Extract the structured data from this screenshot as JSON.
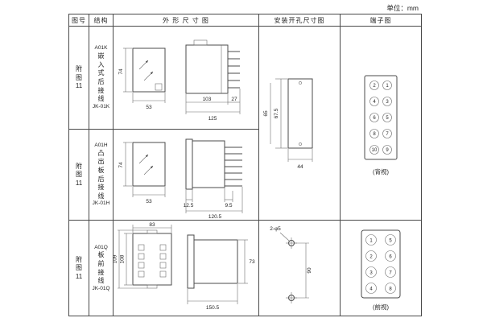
{
  "page": {
    "unit": "单位：mm"
  },
  "headers": {
    "fig": "图号",
    "structure": "结构",
    "outline": "外 形 尺 寸 图",
    "mounting": "安装开孔尺寸图",
    "terminal": "端子图"
  },
  "rows": [
    {
      "fig": [
        "附",
        "图",
        "11"
      ],
      "structure": [
        "A01K",
        "嵌",
        "入",
        "式",
        "后",
        "接",
        "线",
        "JK-01K"
      ],
      "dims": {
        "height": "74",
        "width": "53",
        "depth_body": "103",
        "depth_pins": "27",
        "depth_total": "125"
      }
    },
    {
      "fig": [
        "附",
        "图",
        "11"
      ],
      "structure": [
        "A01H",
        "凸",
        "出",
        "板",
        "后",
        "接",
        "线",
        "JK-01H"
      ],
      "dims": {
        "height": "74",
        "width": "53",
        "flange": "12.5",
        "pin_offset": "9.5",
        "depth_total": "120.5"
      }
    },
    {
      "fig": [
        "附",
        "图",
        "11"
      ],
      "structure": [
        "A01Q",
        "板",
        "前",
        "接",
        "线",
        "JK-01Q"
      ],
      "dims": {
        "width": "83",
        "height_body": "108",
        "height_total": "109",
        "side_height": "73",
        "depth_total": "150.5"
      }
    }
  ],
  "mounting_rear": {
    "height": "67.5",
    "hole_spacing": "65",
    "width": "44"
  },
  "mounting_front": {
    "note": "2-φ5",
    "spacing": "90"
  },
  "terminal_rear": {
    "label": "(背视)",
    "left": [
      "2",
      "4",
      "6",
      "8",
      "10"
    ],
    "right": [
      "1",
      "3",
      "5",
      "7",
      "9"
    ]
  },
  "terminal_front": {
    "label": "(前视)",
    "left": [
      "1",
      "2",
      "3",
      "4"
    ],
    "right": [
      "5",
      "6",
      "7",
      "8"
    ]
  }
}
